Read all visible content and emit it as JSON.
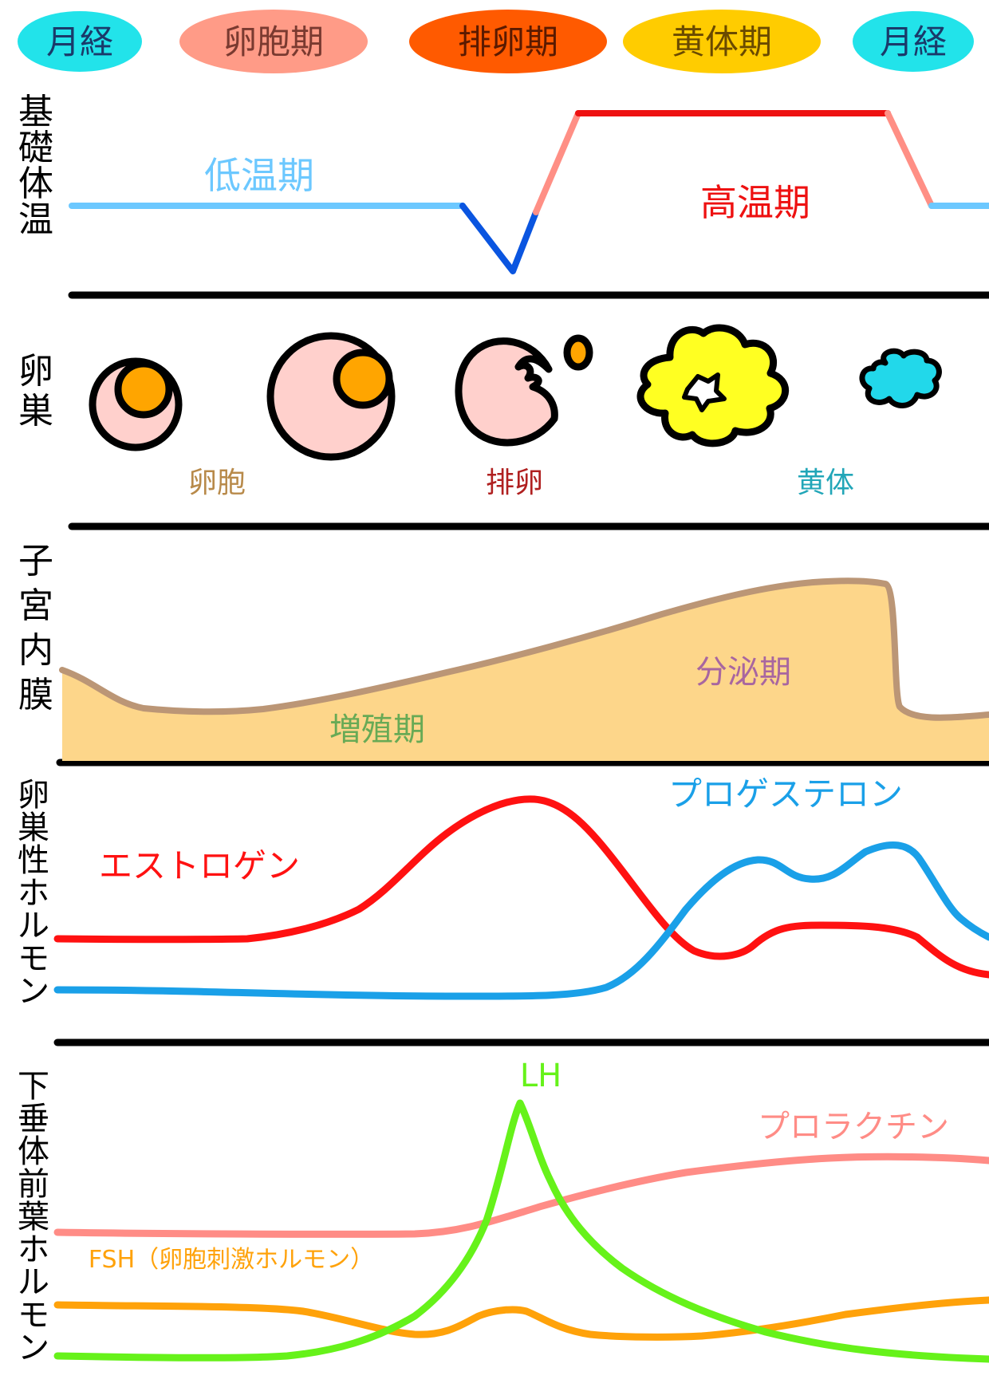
{
  "phases": [
    {
      "label": "月経",
      "fill": "#22e3ea",
      "text": "#1a3a6a"
    },
    {
      "label": "卵胞期",
      "fill": "#ff9b87",
      "text": "#7a3a30"
    },
    {
      "label": "排卵期",
      "fill": "#ff5a00",
      "text": "#5a1a00"
    },
    {
      "label": "黄体期",
      "fill": "#ffcc00",
      "text": "#6a4a00"
    },
    {
      "label": "月経",
      "fill": "#22e3ea",
      "text": "#1a3a6a"
    }
  ],
  "rows": {
    "bbt": {
      "title": [
        "基",
        "礎",
        "体",
        "温"
      ],
      "low_label": "低温期",
      "high_label": "高温期"
    },
    "ovary": {
      "title": [
        "卵",
        "巣"
      ],
      "follicle_label": "卵胞",
      "ovulation_label": "排卵",
      "corpus_luteum_label": "黄体"
    },
    "endometrium": {
      "title": [
        "子",
        "宮",
        "内",
        "膜"
      ],
      "proliferative_label": "増殖期",
      "secretory_label": "分泌期"
    },
    "ovarian_hormones": {
      "title": [
        "卵",
        "巣",
        "性",
        "ホ",
        "ル",
        "モ",
        "ン"
      ],
      "estrogen_label": "エストロゲン",
      "progesterone_label": "プロゲステロン"
    },
    "pituitary_hormones": {
      "title": [
        "下",
        "垂",
        "体",
        "前",
        "葉",
        "ホ",
        "ル",
        "モ",
        "ン"
      ],
      "lh_label": "LH",
      "prolactin_label": "プロラクチン",
      "fsh_label": "FSH（卵胞刺激ホルモン）"
    }
  },
  "colors": {
    "bbt_low": "#6cc8ff",
    "bbt_dip": "#0a55e0",
    "bbt_transition": "#ff8f85",
    "bbt_high": "#ee1111",
    "follicle_fill": "#ffd0cc",
    "oocyte_fill": "#ffa500",
    "corpus_luteum_fill": "#ffff22",
    "corpus_albicans_fill": "#22d8ea",
    "endometrium_fill": "#fdd68a",
    "endometrium_edge": "#bb9676",
    "estrogen": "#ff1111",
    "progesterone": "#1aa0e8",
    "lh": "#66f21a",
    "prolactin": "#ff8c86",
    "fsh": "#ffa20a",
    "label_follicle": "#b88a4a",
    "label_ovulation": "#b02020",
    "label_corpus_luteum": "#22a6b8",
    "label_proliferative": "#68aa55",
    "label_secretory": "#a866a0",
    "label_low": "#6cc8ff",
    "label_high": "#ee1111"
  },
  "icons": [
    "follicle-small-icon",
    "follicle-large-icon",
    "ruptured-follicle-icon",
    "released-oocyte-icon",
    "corpus-luteum-icon",
    "corpus-albicans-icon"
  ]
}
